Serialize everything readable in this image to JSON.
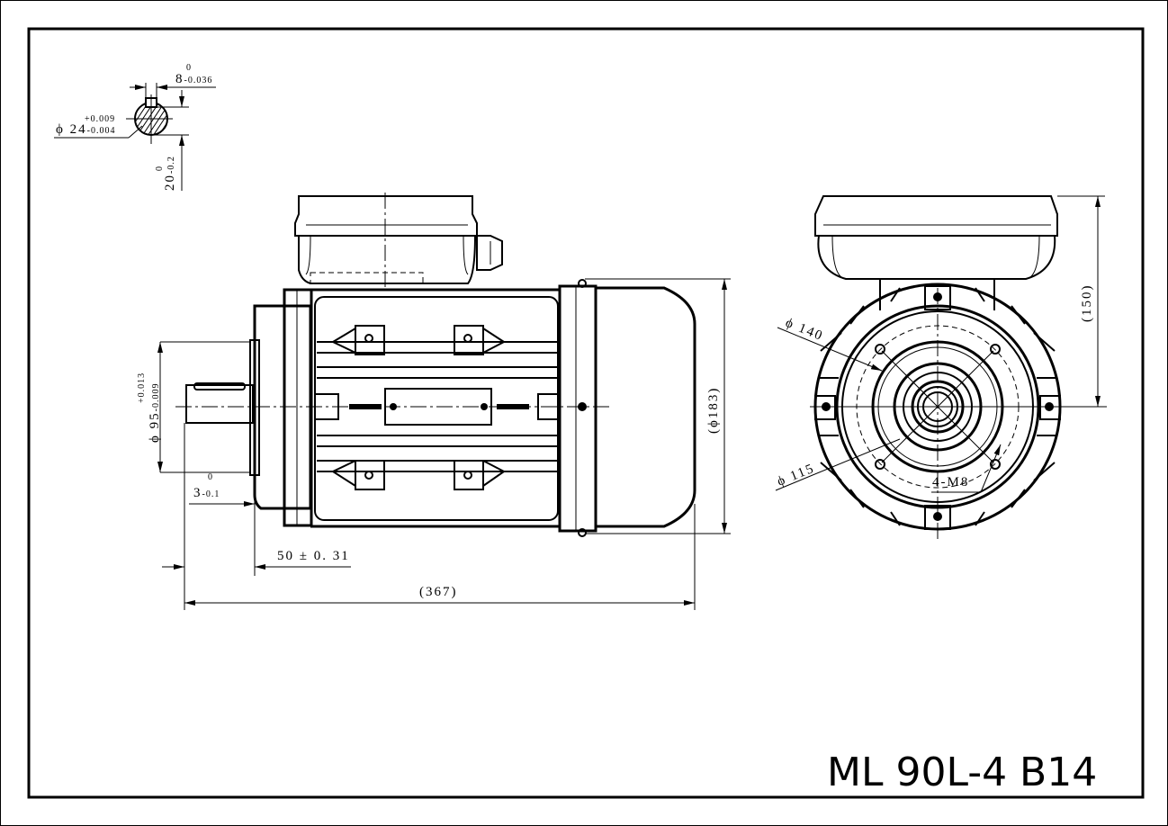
{
  "title": "ML 90L-4 B14",
  "shaft_section": {
    "key_width": {
      "nominal": "8",
      "upper": "0",
      "lower": "-0.036"
    },
    "shaft_diameter": {
      "nominal": "ϕ 24",
      "upper": "+0.009",
      "lower": "-0.004"
    },
    "key_height": {
      "nominal": "20",
      "upper": "0",
      "lower": "-0.2"
    }
  },
  "side_view": {
    "flange_diameter": {
      "nominal": "ϕ 95",
      "upper": "+0.013",
      "lower": "-0.009"
    },
    "flange_offset": {
      "nominal": "3",
      "upper": "0",
      "lower": "-0.1"
    },
    "shaft_length": "50 ± 0. 31",
    "overall_length": "(367)",
    "overall_diameter": "(ϕ183)"
  },
  "front_view": {
    "pcd_outer": "ϕ 140",
    "pcd_inner": "ϕ 115",
    "holes": "4-M8",
    "height": "(150)"
  }
}
